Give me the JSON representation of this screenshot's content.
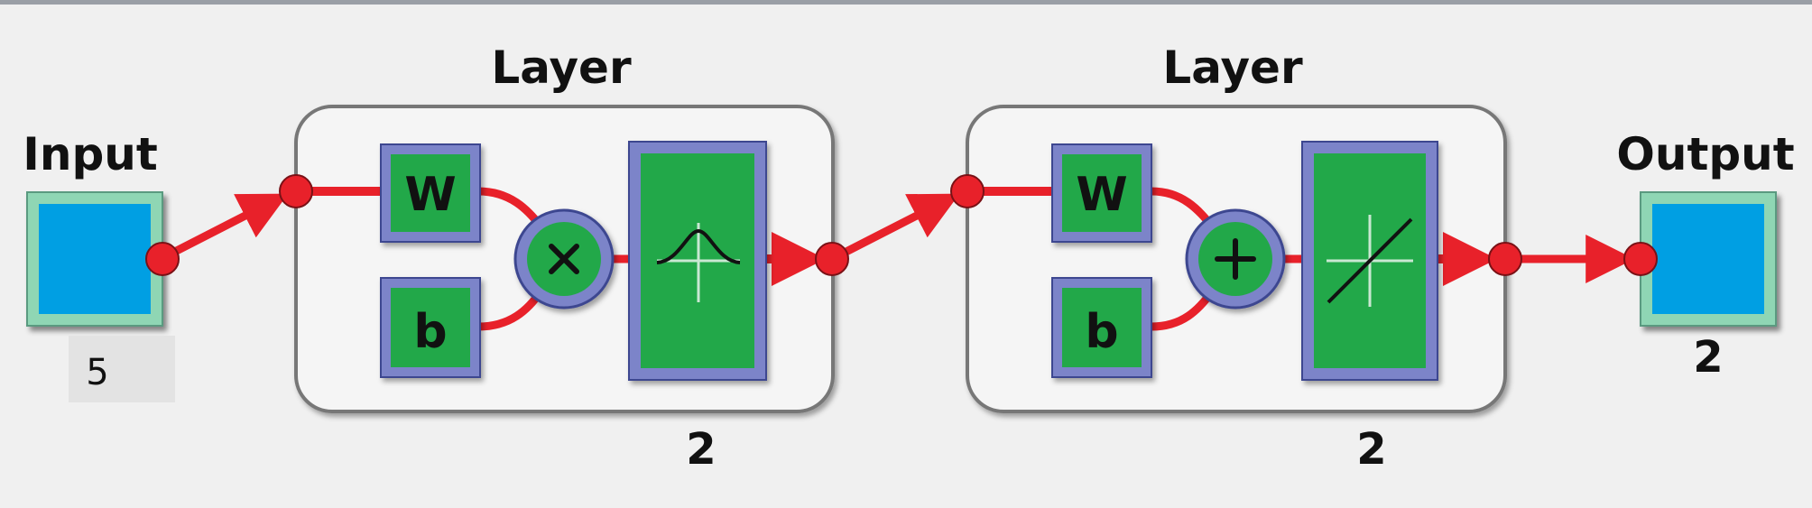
{
  "input": {
    "title": "Input",
    "size": "5"
  },
  "layers": [
    {
      "title": "Layer",
      "weight_label": "W",
      "bias_label": "b",
      "net_input": "product",
      "transfer": "radial-basis",
      "size": "2"
    },
    {
      "title": "Layer",
      "weight_label": "W",
      "bias_label": "b",
      "net_input": "sum",
      "transfer": "linear",
      "size": "2"
    }
  ],
  "output": {
    "title": "Output",
    "size": "2"
  },
  "colors": {
    "background": "#f0f0f0",
    "connection": "#e8212a",
    "block_fill": "#23a84a",
    "block_frame": "#7b84c9",
    "io_fill": "#009fe3",
    "io_frame": "#8fd6b4",
    "layer_box": "#f5f5f5"
  }
}
